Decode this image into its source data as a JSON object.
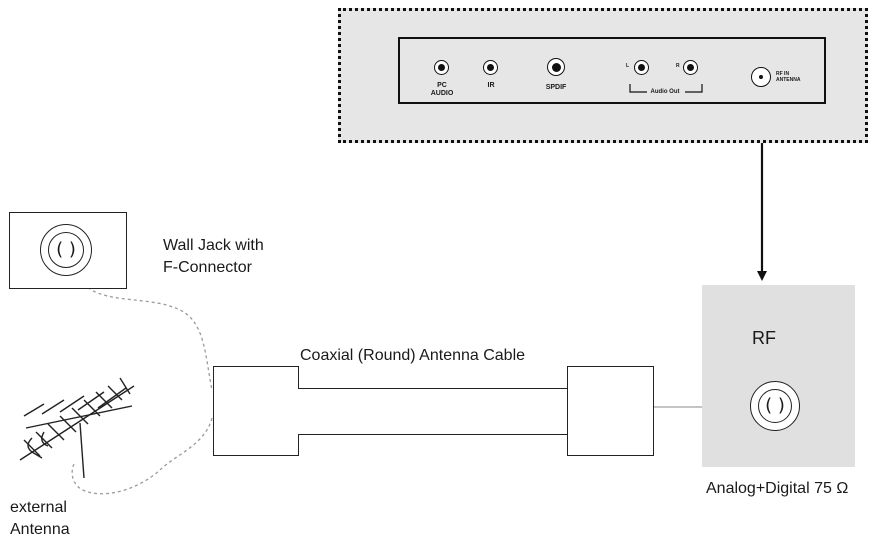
{
  "tv_panel": {
    "ports": {
      "pc_audio": "PC\nAUDIO",
      "ir": "IR",
      "spdif": "SPDIF",
      "audio_l": "L",
      "audio_r": "R",
      "audio_out": "Audio Out",
      "rf_in": "RF IN\nANTENNA"
    }
  },
  "wall_jack": {
    "label": "Wall Jack with\nF-Connector"
  },
  "cable": {
    "label": "Coaxial (Round) Antenna Cable"
  },
  "rf_box": {
    "title": "RF",
    "spec": "Analog+Digital 75 Ω"
  },
  "antenna": {
    "label": "external\nAntenna"
  },
  "colors": {
    "panel_gray": "#e6e6e6",
    "rf_gray": "#e0e0e0",
    "line": "#111111"
  }
}
